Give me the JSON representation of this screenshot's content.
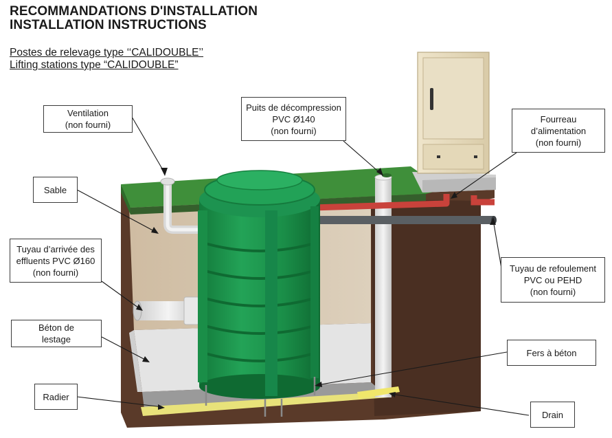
{
  "header": {
    "title_fr": "RECOMMANDATIONS D'INSTALLATION",
    "title_en": "INSTALLATION INSTRUCTIONS",
    "subtitle_fr": "Postes de relevage type ‘‘CALIDOUBLE’’",
    "subtitle_en": "Lifting stations type “CALIDOUBLE”"
  },
  "labels": {
    "ventilation": [
      "Ventilation",
      "(non fourni)"
    ],
    "puits": [
      "Puits de décompression",
      "PVC Ø140",
      "(non fourni)"
    ],
    "fourreau": [
      "Fourreau",
      "d’alimentation",
      "(non fourni)"
    ],
    "sable": [
      "Sable"
    ],
    "tuyau_arrivee": [
      "Tuyau d’arrivée des",
      "effluents PVC Ø160",
      "(non fourni)"
    ],
    "tuyau_refoulement": [
      "Tuyau de refoulement",
      "PVC ou PEHD",
      "(non fourni)"
    ],
    "beton": [
      "Béton de",
      "lestage"
    ],
    "fers": [
      "Fers à béton"
    ],
    "radier": [
      "Radier"
    ],
    "drain": [
      "Drain"
    ]
  },
  "colors": {
    "grass": "#3e8f3a",
    "tank": "#1f9a4e",
    "soil": "#5e3b2a",
    "sand": "#d5c4ad",
    "concrete": "#e6e6e6",
    "cabinet": "#e8dcc0",
    "red_pipe": "#c9423b",
    "grey_pipe": "#555a5e",
    "drain": "#e9e37a"
  }
}
